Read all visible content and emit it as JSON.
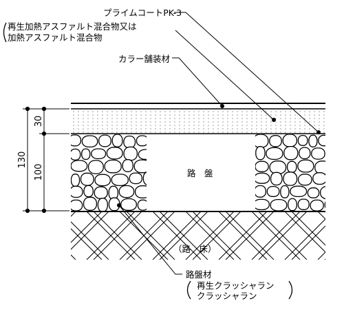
{
  "labels": {
    "prime_coat": "プライムコートPK-3",
    "asphalt_line1": "再生加熱アスファルト混合物又は",
    "asphalt_line2": "加熱アスファルト混合物",
    "color_paving": "カラー舗装材",
    "roadbed": "路　盤",
    "subgrade": "（路　床）",
    "base_material": "路盤材",
    "base_option1": "再生クラッシャラン",
    "base_option2": "クラッシャラン"
  },
  "dimensions": {
    "total": "130",
    "upper": "30",
    "lower": "100"
  }
}
